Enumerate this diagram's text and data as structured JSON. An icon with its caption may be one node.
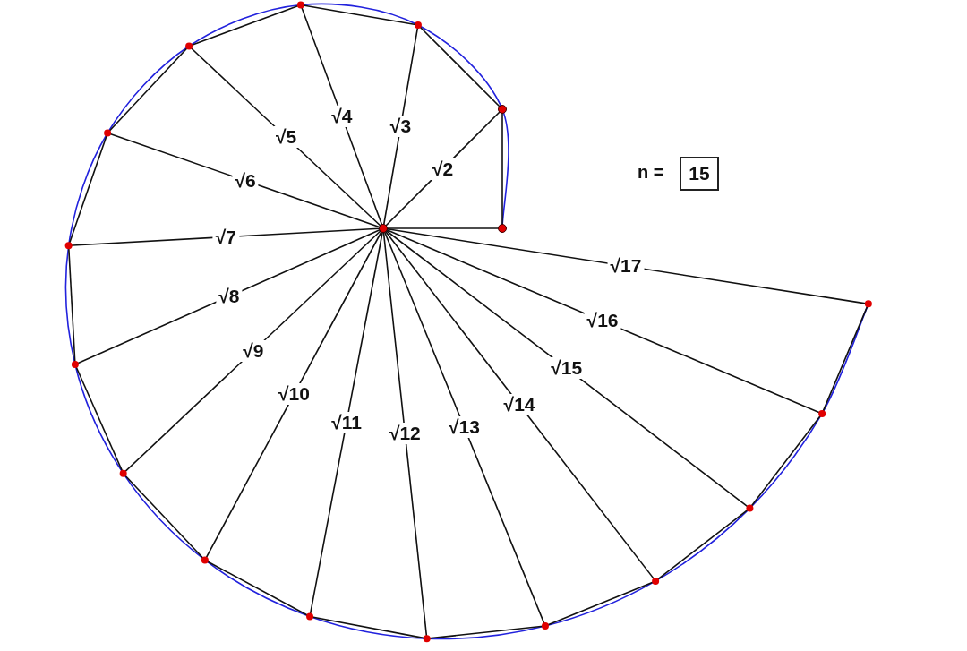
{
  "diagram": {
    "nodes": [
      {
        "text": [
          "15"
        ],
        "beside": [
          "n ="
        ]
      }
    ],
    "labels": [
      "√2",
      "√3",
      "√4",
      "√5",
      "√6",
      "√7",
      "√8",
      "√9",
      "√10",
      "√11",
      "√12",
      "√13",
      "√14",
      "√15",
      "√16",
      "√17"
    ]
  }
}
